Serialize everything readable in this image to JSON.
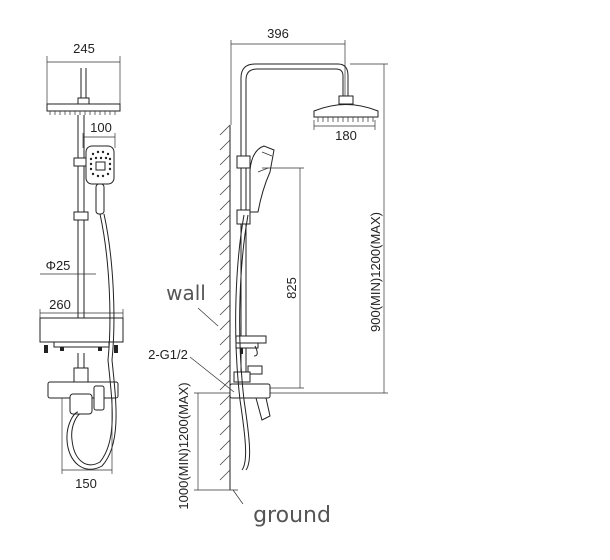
{
  "front_view": {
    "dim_head_width": "245",
    "dim_handshower_width": "100",
    "dim_pipe_diameter": "Φ25",
    "dim_shelf_width": "260",
    "dim_mixer_width": "150"
  },
  "side_view": {
    "dim_arm_reach": "396",
    "dim_head_diameter": "180",
    "dim_slide_height": "825",
    "dim_total_height": "900(MIN)1200(MAX)",
    "dim_mount_height": "1000(MIN)1200(MAX)",
    "label_inlet": "2-G1/2",
    "label_wall": "wall",
    "label_ground": "ground"
  }
}
